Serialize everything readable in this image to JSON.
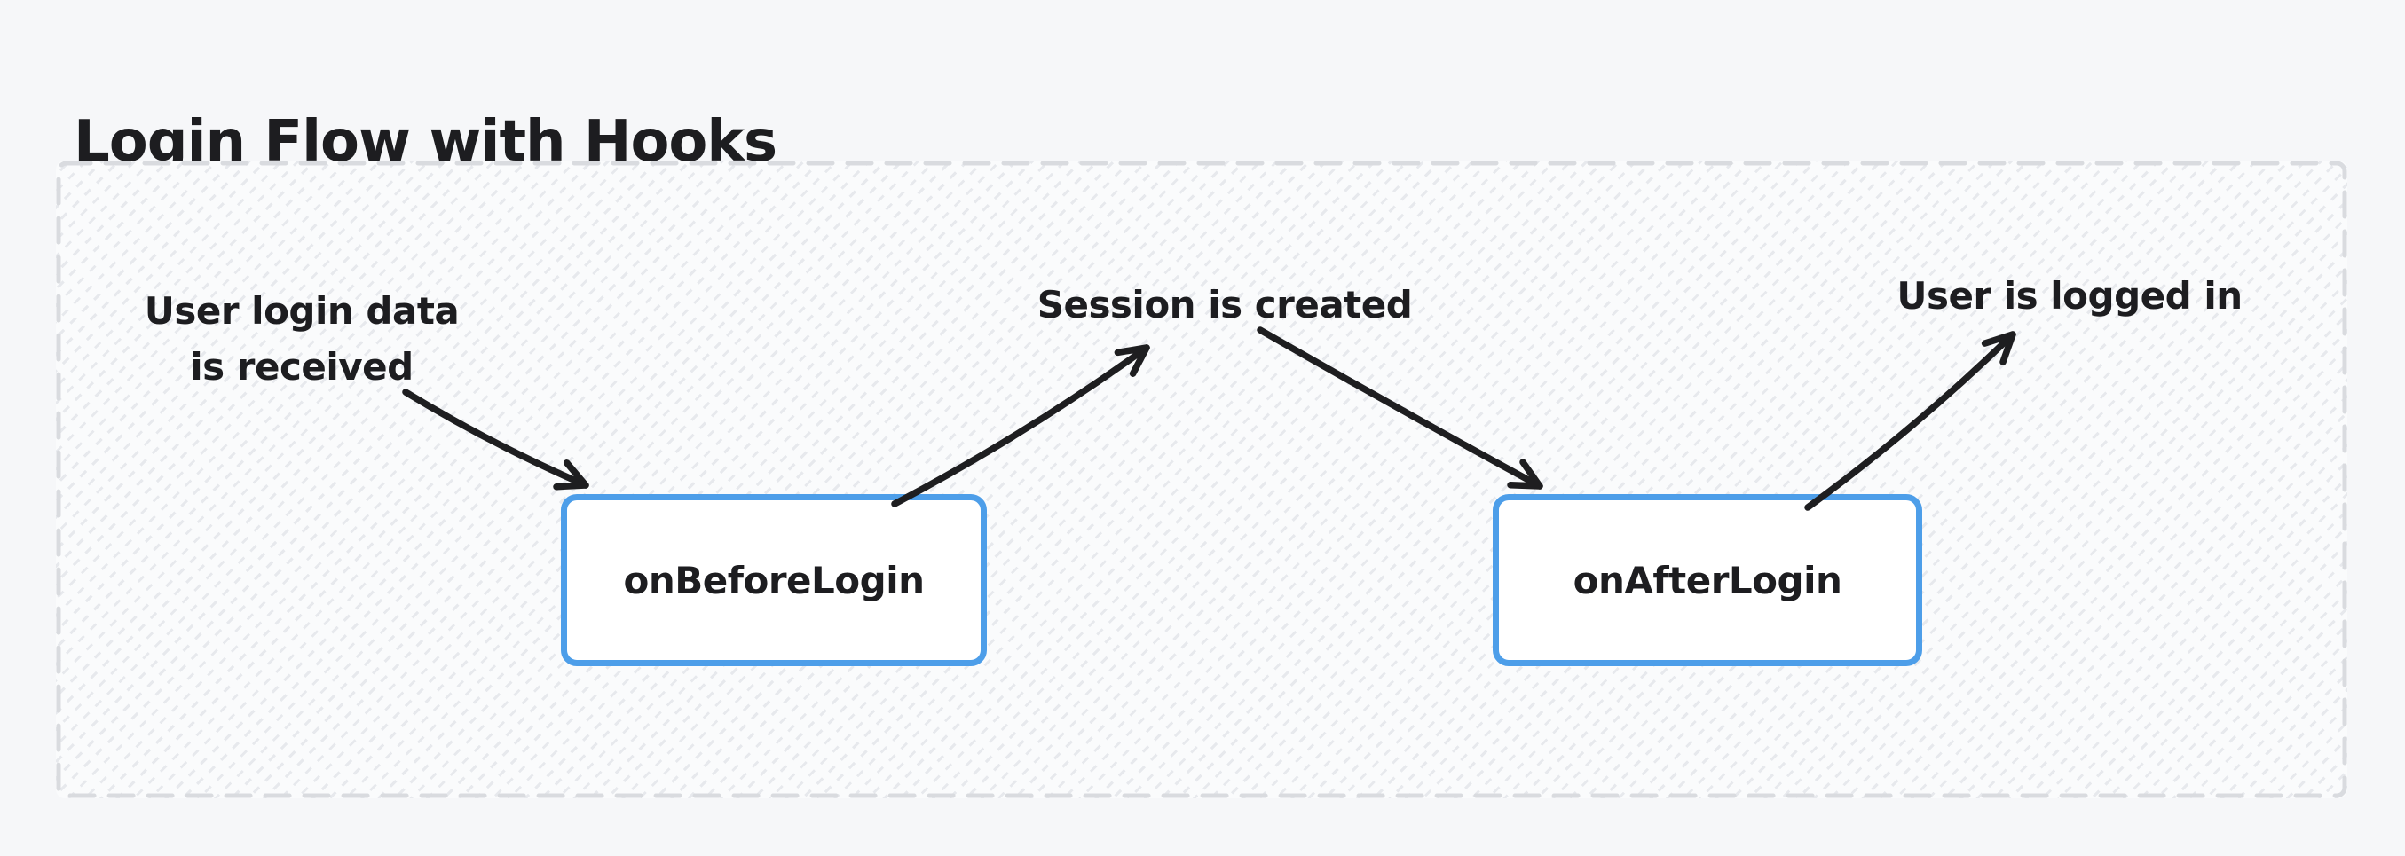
{
  "title": "Login Flow with Hooks",
  "flow": {
    "annotations": [
      {
        "id": "user-login-data-received",
        "lines": [
          "User login data",
          "is received"
        ]
      },
      {
        "id": "session-is-created",
        "lines": [
          "Session is created"
        ]
      },
      {
        "id": "user-is-logged-in",
        "lines": [
          "User is logged in"
        ]
      }
    ],
    "nodes": [
      {
        "id": "onBeforeLogin",
        "label": "onBeforeLogin"
      },
      {
        "id": "onAfterLogin",
        "label": "onAfterLogin"
      }
    ],
    "colors": {
      "canvas_bg": "#f6f7f9",
      "frame_border": "#d9dbdf",
      "node_border": "#4d9ee9",
      "node_fill": "#ffffff",
      "text": "#1d1d20",
      "arrow": "#1e1e20"
    }
  }
}
